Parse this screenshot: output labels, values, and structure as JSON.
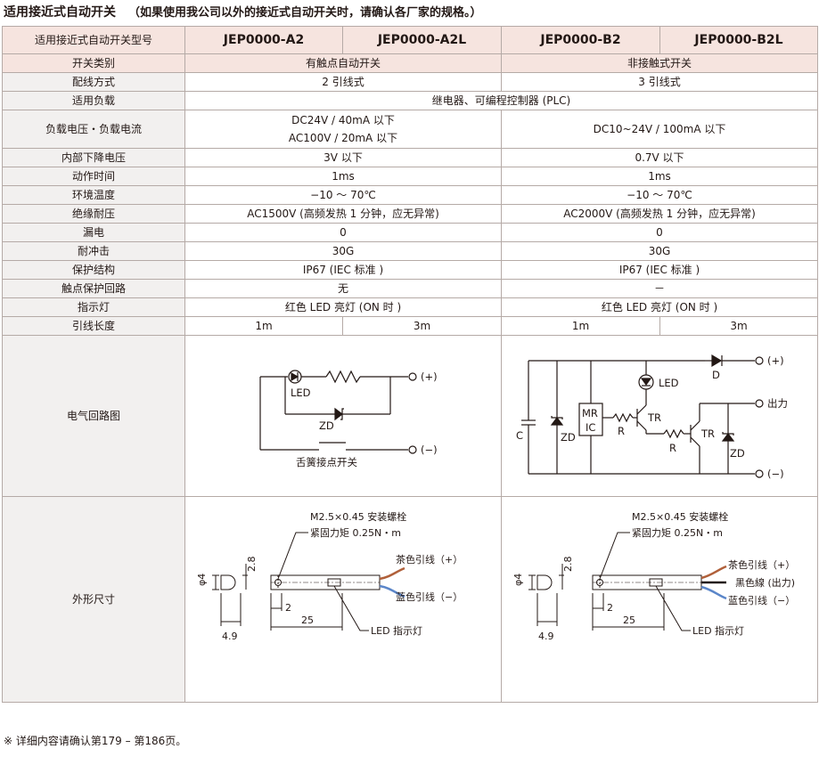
{
  "title": {
    "main": "适用接近式自动开关",
    "note": "（如果使用我公司以外的接近式自动开关时，请确认各厂家的规格。）"
  },
  "table": {
    "header_label": "适用接近式自动开关型号",
    "models": [
      "JEP0000-A2",
      "JEP0000-A2L",
      "JEP0000-B2",
      "JEP0000-B2L"
    ],
    "rows": {
      "switch_type": {
        "label": "开关类别",
        "a": "有触点自动开关",
        "b": "非接触式开关"
      },
      "wiring": {
        "label": "配线方式",
        "a": "2 引线式",
        "b": "3 引线式"
      },
      "load": {
        "label": "适用负载",
        "all": "继电器、可编程控制器 (PLC)"
      },
      "voltage": {
        "label": "负载电压・负载电流",
        "a1": "DC24V / 40mA 以下",
        "a2": "AC100V / 20mA 以下",
        "b": "DC10~24V / 100mA 以下"
      },
      "drop": {
        "label": "内部下降电压",
        "a": "3V 以下",
        "b": "0.7V 以下"
      },
      "time": {
        "label": "动作时间",
        "a": "1ms",
        "b": "1ms"
      },
      "temp": {
        "label": "环境温度",
        "a": "−10 ～ 70℃",
        "b": "−10 ～ 70℃"
      },
      "insulation": {
        "label": "绝缘耐压",
        "a": "AC1500V (高频发热 1 分钟，应无异常)",
        "b": "AC2000V (高频发热 1 分钟，应无异常)"
      },
      "leak": {
        "label": "漏电",
        "a": "0",
        "b": "0"
      },
      "shock": {
        "label": "耐冲击",
        "a": "30G",
        "b": "30G"
      },
      "protect": {
        "label": "保护结构",
        "a": "IP67 (IEC 标准 )",
        "b": "IP67 (IEC 标准 )"
      },
      "contact": {
        "label": "触点保护回路",
        "a": "无",
        "b": "－"
      },
      "indicator": {
        "label": "指示灯",
        "a": "红色 LED 亮灯 (ON 时 )",
        "b": "红色 LED 亮灯 (ON 时 )"
      },
      "lead": {
        "label": "引线长度",
        "values": [
          "1m",
          "3m",
          "1m",
          "3m"
        ]
      },
      "circuit": {
        "label": "电气回路图"
      },
      "outline": {
        "label": "外形尺寸"
      }
    }
  },
  "circuit_a": {
    "led": "LED",
    "zd": "ZD",
    "plus": "(+)",
    "minus": "(−)",
    "reed": "舌簧接点开关"
  },
  "circuit_b": {
    "plus": "(+)",
    "out": "出力",
    "minus": "(−)",
    "led": "LED",
    "d": "D",
    "mr1": "MR",
    "mr2": "IC",
    "tr1": "TR",
    "tr2": "TR",
    "r1": "R",
    "r2": "R",
    "c": "C",
    "zd1": "ZD",
    "zd2": "ZD"
  },
  "dim_a": {
    "screw": "M2.5×0.45 安装螺栓",
    "torque": "紧固力矩 0.25N・m",
    "wire1": "茶色引线（+）",
    "wire2": "蓝色引线（−）",
    "phi": "φ4",
    "h": "2.8",
    "w": "4.9",
    "d2": "2",
    "d25": "25",
    "ledind": "LED 指示灯"
  },
  "dim_b": {
    "screw": "M2.5×0.45 安装螺栓",
    "torque": "紧固力矩 0.25N・m",
    "wire1": "茶色引线（+）",
    "wire2": "黑色線 (出力)",
    "wire3": "蓝色引线（−）",
    "phi": "φ4",
    "h": "2.8",
    "w": "4.9",
    "d2": "2",
    "d25": "25",
    "ledind": "LED 指示灯"
  },
  "footnote": "※  详细内容请确认第179 – 第186页。",
  "colors": {
    "header_bg": "#f6e4df",
    "label_bg": "#f2f0ef",
    "border": "#b5aaa6",
    "wire_brown": "#b0603a",
    "wire_blue": "#5b86c9",
    "wire_black": "#231815"
  }
}
